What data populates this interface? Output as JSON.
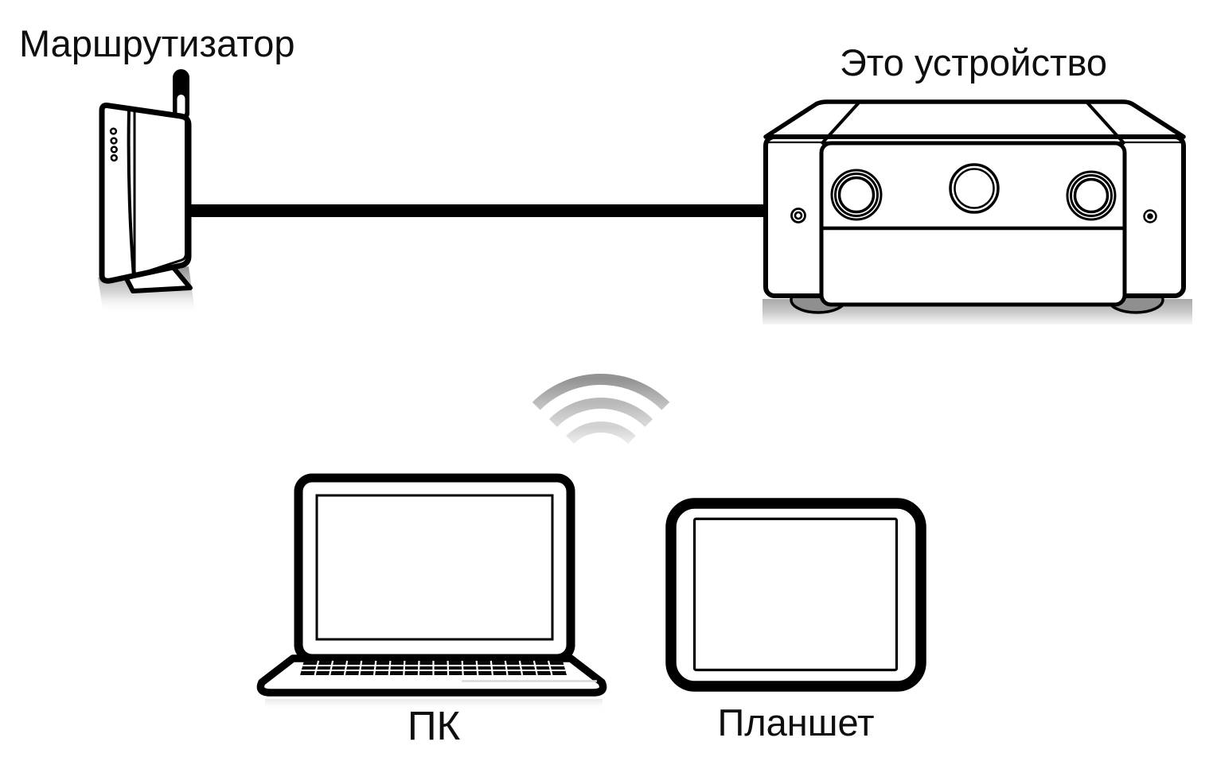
{
  "diagram": {
    "router": {
      "label": "Маршрутизатор"
    },
    "device": {
      "label": "Это устройство"
    },
    "pc": {
      "label": "ПК"
    },
    "tablet": {
      "label": "Планшет"
    },
    "connections": [
      {
        "from": "Маршрутизатор",
        "to": "Это устройство",
        "type": "wired"
      },
      {
        "from": "Это устройство",
        "to": "ПК",
        "type": "wireless"
      },
      {
        "from": "Это устройство",
        "to": "Планшет",
        "type": "wireless"
      }
    ],
    "colors": {
      "line": "#000000",
      "outline": "#000000",
      "wifi_strong": "#989898",
      "wifi_mid": "#bcbcbc",
      "wifi_weak": "#d6d6d6",
      "shadow": "#b0b0b0"
    }
  }
}
